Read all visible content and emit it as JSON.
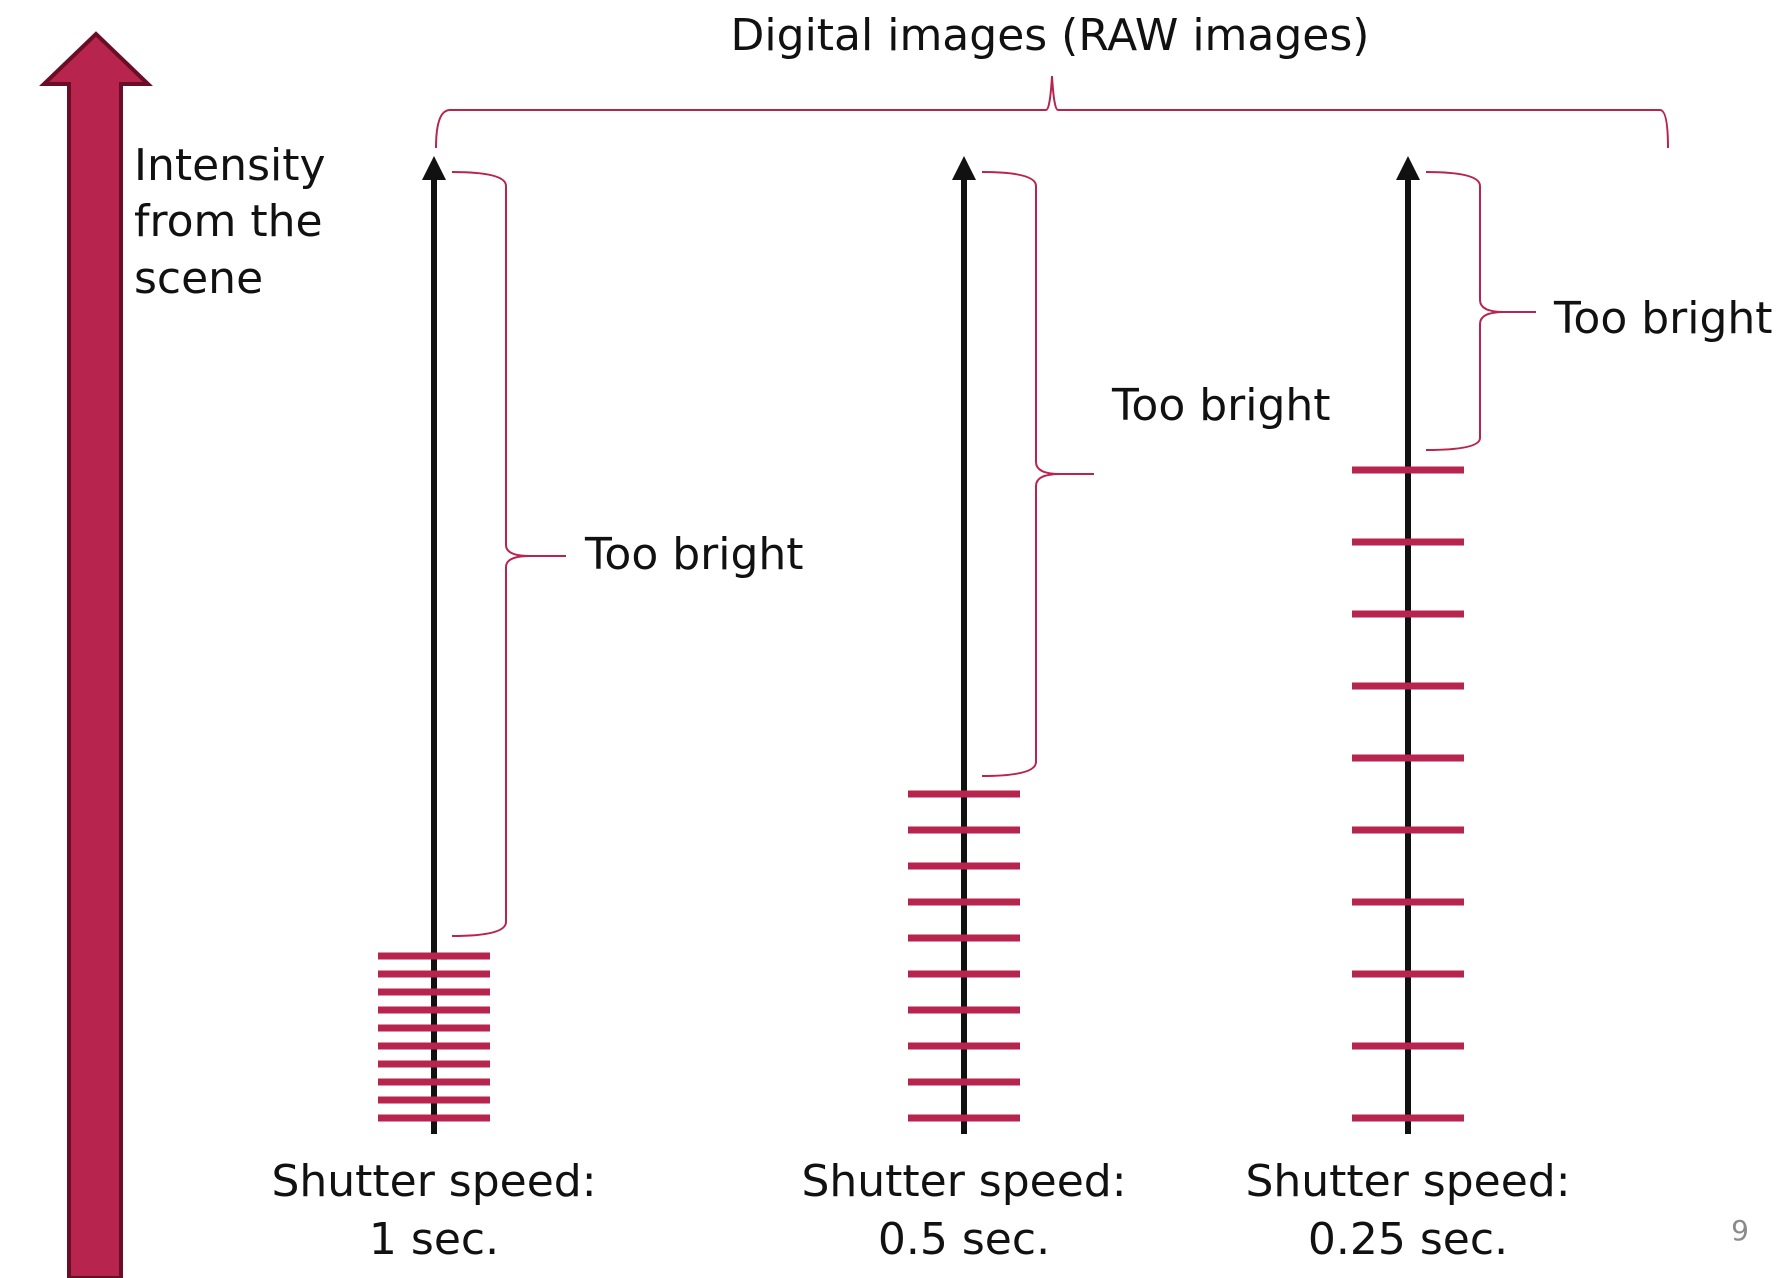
{
  "colors": {
    "accent": "#b7254e",
    "accent_dark": "#6a0e28",
    "axis": "#111111",
    "text": "#111111",
    "page_number": "#8a8a8a"
  },
  "title": "Digital images (RAW images)",
  "intensity_label": [
    "Intensity",
    "from the",
    "scene"
  ],
  "page_number": "9",
  "exposures": [
    {
      "shutter_label": "Shutter speed:",
      "time_label": "1 sec.",
      "shutter_seconds": 1,
      "levels": 10,
      "too_bright_label": "Too bright"
    },
    {
      "shutter_label": "Shutter speed:",
      "time_label": "0.5 sec.",
      "shutter_seconds": 0.5,
      "levels": 10,
      "too_bright_label": "Too bright"
    },
    {
      "shutter_label": "Shutter speed:",
      "time_label": "0.25 sec.",
      "shutter_seconds": 0.25,
      "levels": 10,
      "too_bright_label": "Too bright"
    }
  ]
}
